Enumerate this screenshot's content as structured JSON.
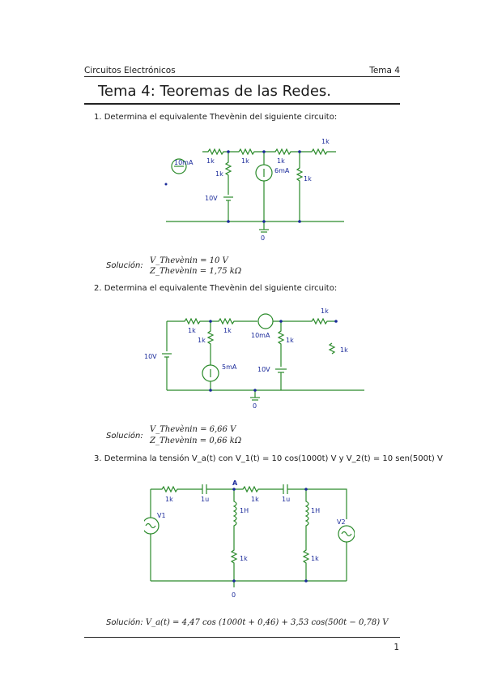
{
  "header": {
    "left": "Circuitos Electrónicos",
    "right": "Tema 4"
  },
  "title": "Tema 4: Teoremas de las Redes.",
  "problems": [
    {
      "number": "1.",
      "text": "Determina el equivalente Thevènin del siguiente circuito:",
      "labels": {
        "src": "10mA",
        "r1": "1k",
        "r2": "1k",
        "r3": "1k",
        "r4": "1k",
        "r5": "1k",
        "r6": "1k",
        "isrc": "6mA",
        "vsrc": "10V",
        "gnd": "0"
      },
      "solution_label": "Solución:",
      "sol_lines": [
        "V_Thevènin = 10 V",
        "Z_Thevènin = 1,75 kΩ"
      ]
    },
    {
      "number": "2.",
      "text": "Determina el equivalente Thevènin del siguiente circuito:",
      "labels": {
        "v1": "10V",
        "r1": "1k",
        "r2": "1k",
        "r3": "1k",
        "r4": "1k",
        "r5": "1k",
        "r6": "1k",
        "i1": "5mA",
        "i2": "10mA",
        "v2": "10V",
        "gnd": "0"
      },
      "solution_label": "Solución:",
      "sol_lines": [
        "V_Thevènin = 6,66 V",
        "Z_Thevènin = 0,66 kΩ"
      ]
    },
    {
      "number": "3.",
      "text": "Determina la tensión V_a(t) con V_1(t) = 10 cos(1000t) V y V_2(t) = 10 sen(500t) V",
      "labels": {
        "a": "A",
        "r1": "1k",
        "c1": "1u",
        "r2": "1k",
        "c2": "1u",
        "l1": "1H",
        "l2": "1H",
        "r3": "1k",
        "r4": "1k",
        "v1": "V1",
        "v2": "V2",
        "gnd": "0"
      },
      "solution_label": "Solución:",
      "sol_line": "V_a(t) = 4,47 cos (1000t + 0,46) + 3,53 cos(500t − 0,78) V"
    }
  ],
  "footer": {
    "page": "1"
  }
}
